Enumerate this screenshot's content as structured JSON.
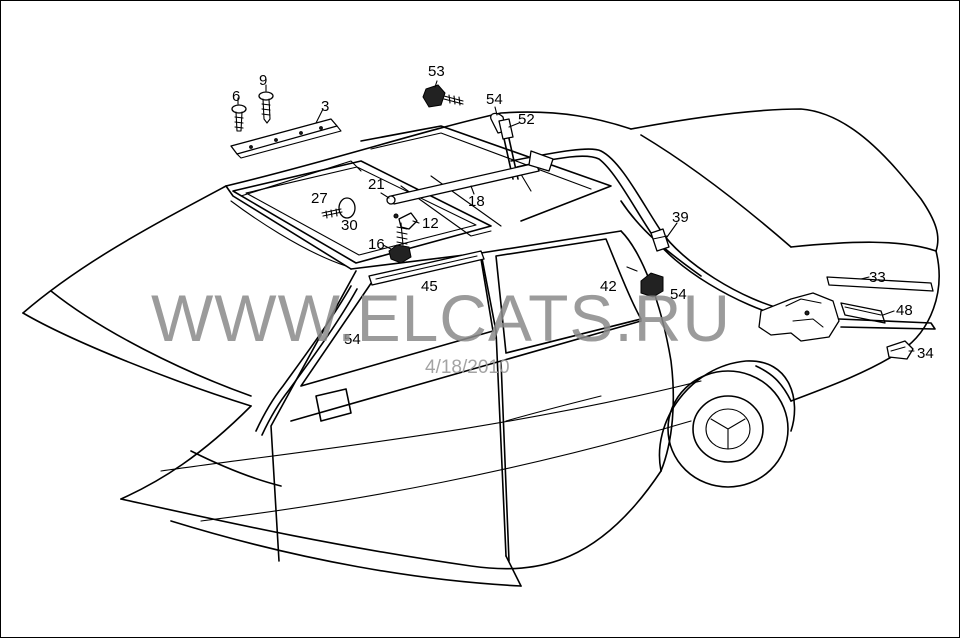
{
  "callouts": [
    "6",
    "9",
    "3",
    "53",
    "54",
    "52",
    "27",
    "30",
    "21",
    "18",
    "12",
    "16",
    "45",
    "39",
    "42",
    "54",
    "33",
    "48",
    "34",
    "54"
  ],
  "watermark": {
    "site": "WWW.ELCATS.RU",
    "date": "4/18/2010",
    "color": "#8a8a8a"
  },
  "colors": {
    "line": "#000000",
    "background": "#ffffff"
  }
}
